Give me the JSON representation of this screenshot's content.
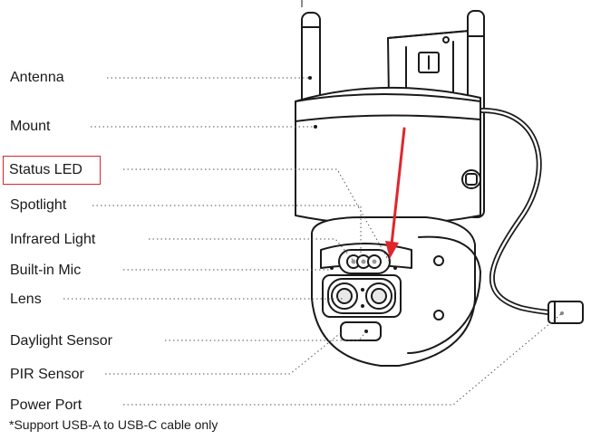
{
  "labels": {
    "antenna": "Antenna",
    "mount": "Mount",
    "status_led": "Status LED",
    "spotlight": "Spotlight",
    "infrared_light": "Infrared Light",
    "builtin_mic": "Built-in Mic",
    "lens": "Lens",
    "daylight_sensor": "Daylight Sensor",
    "pir_sensor": "PIR Sensor",
    "power_port": "Power Port"
  },
  "footnote": "*Support USB-A to USB-C cable only",
  "colors": {
    "line": "#1a1a1a",
    "leader": "#555555",
    "highlight": "#d9252a",
    "arrow": "#e0262b"
  }
}
